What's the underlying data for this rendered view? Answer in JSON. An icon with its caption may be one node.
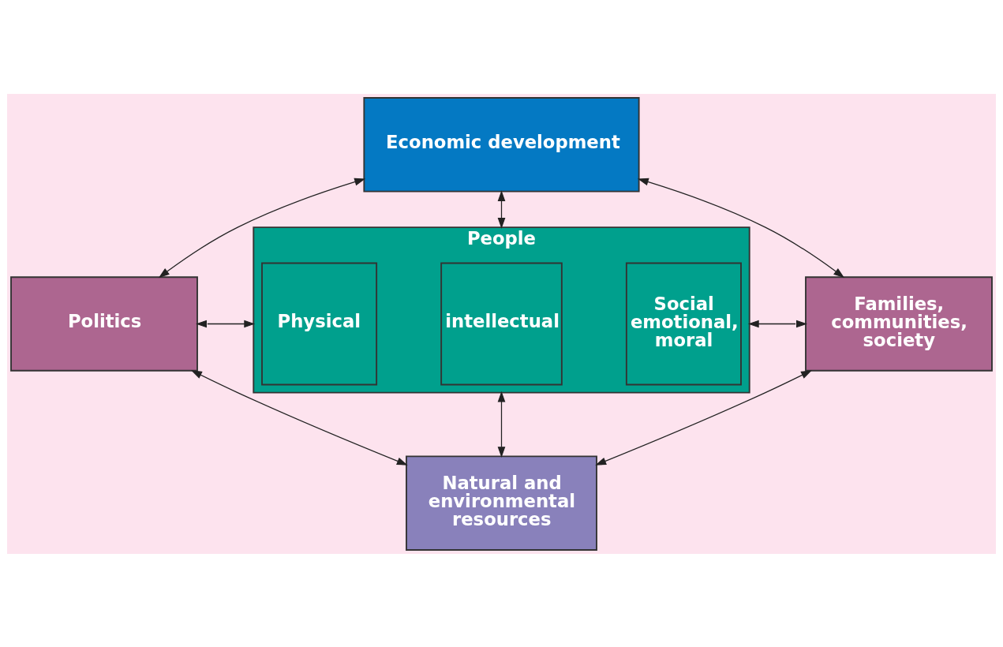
{
  "diagram": {
    "nodes": [
      {
        "text": [
          "Economic development"
        ]
      },
      {
        "text": [
          "People"
        ]
      },
      {
        "text": [
          "Physical"
        ],
        "in": 1
      },
      {
        "text": [
          "intellectual"
        ],
        "in": 1
      },
      {
        "text": [
          "Social emotional, moral"
        ],
        "in": 1
      },
      {
        "text": [
          "Politics"
        ]
      },
      {
        "text": [
          "Families, communities, society"
        ]
      },
      {
        "text": [
          "Natural and environmental resources"
        ]
      }
    ],
    "edges": [
      {
        "from": 0,
        "to": 5,
        "arrow": "both"
      },
      {
        "from": 0,
        "to": 6,
        "arrow": "both"
      },
      {
        "from": 0,
        "to": 1,
        "arrow": "both"
      },
      {
        "from": 5,
        "to": 1,
        "arrow": "both"
      },
      {
        "from": 1,
        "to": 6,
        "arrow": "both"
      },
      {
        "from": 1,
        "to": 7,
        "arrow": "both"
      },
      {
        "from": 5,
        "to": 7,
        "arrow": "both"
      },
      {
        "from": 6,
        "to": 7,
        "arrow": "both"
      }
    ]
  }
}
